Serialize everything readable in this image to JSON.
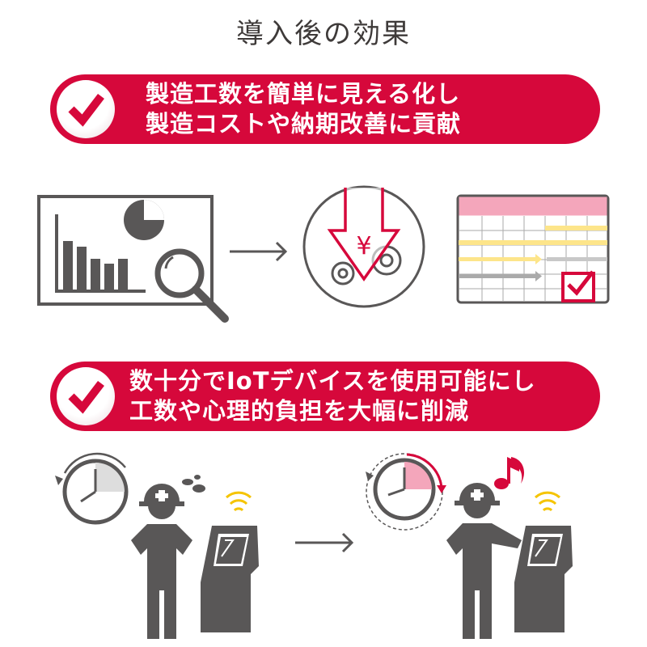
{
  "title": "導入後の効果",
  "benefits": [
    {
      "line1": "製造工数を簡単に見える化し",
      "line2": "製造コストや納期改善に貢献",
      "icon": "check-icon"
    },
    {
      "line1": "数十分でIoTデバイスを使用可能にし",
      "line2": "工数や心理的負担を大幅に削減",
      "icon": "check-icon"
    }
  ],
  "illustrations": {
    "cost_symbol": "¥"
  },
  "colors": {
    "accent": "#d6083b",
    "icon_gray": "#595757",
    "pink": "#f4a6bb",
    "yellow": "#fde58a"
  }
}
